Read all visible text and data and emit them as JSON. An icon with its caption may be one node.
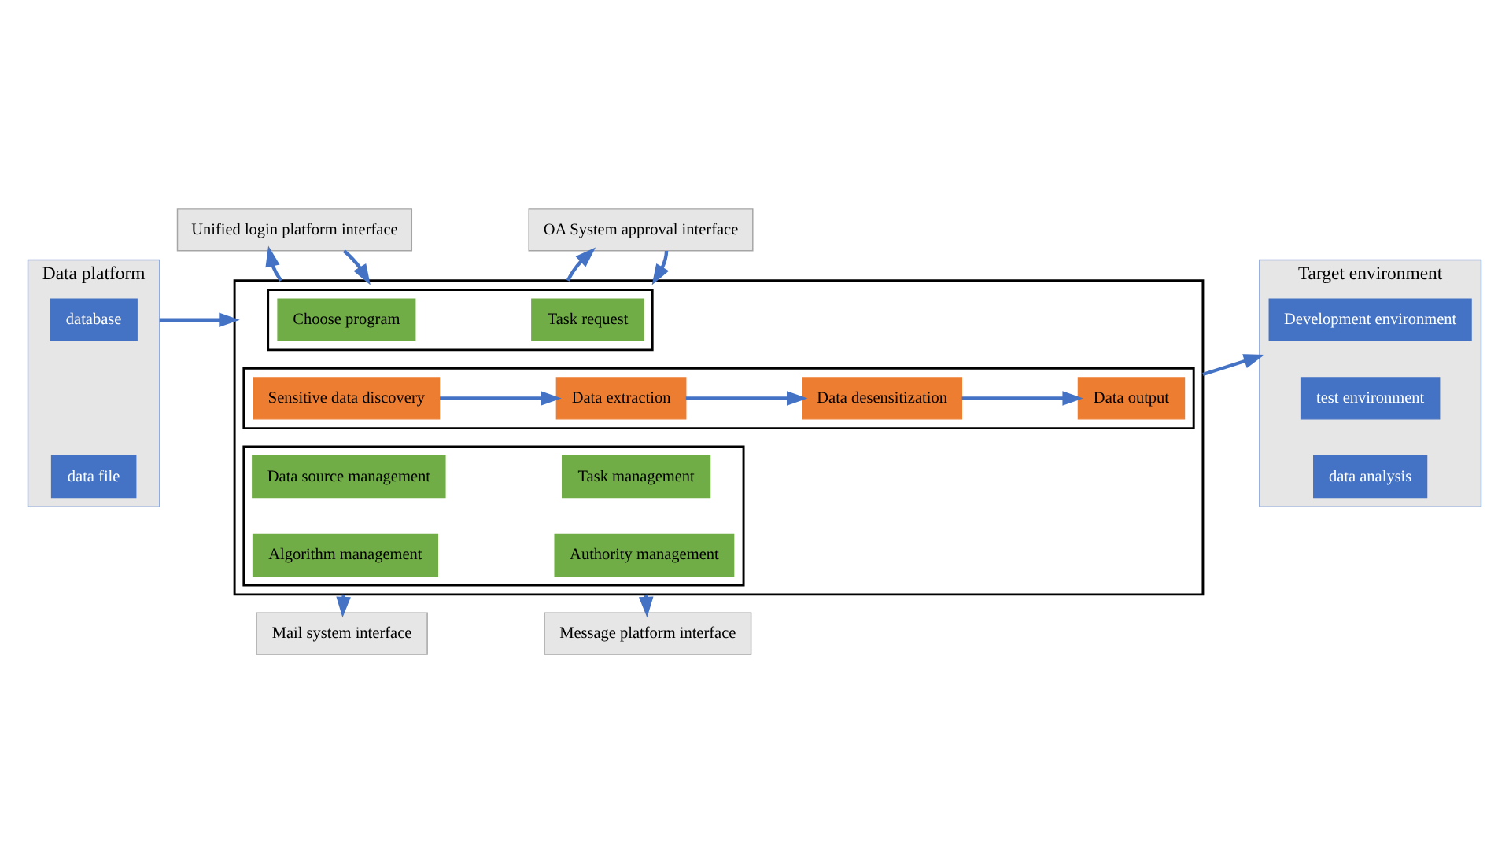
{
  "diagram": {
    "nodes": [
      {
        "text": [
          "Data platform"
        ]
      },
      {
        "text": [
          "database"
        ],
        "in": 0
      },
      {
        "text": [
          "data file"
        ],
        "in": 0
      },
      {
        "text": [
          "Unified login platform interface"
        ]
      },
      {
        "text": [
          "OA System approval interface"
        ]
      },
      {
        "text": [],
        "shape": "box"
      },
      {
        "text": [],
        "shape": "box",
        "in": 5
      },
      {
        "text": [
          "Choose program"
        ],
        "in": 6
      },
      {
        "text": [
          "Task request"
        ],
        "in": 6
      },
      {
        "text": [],
        "shape": "box",
        "in": 5
      },
      {
        "text": [
          "Sensitive data discovery"
        ],
        "in": 9
      },
      {
        "text": [
          "Data extraction"
        ],
        "in": 9
      },
      {
        "text": [
          "Data desensitization"
        ],
        "in": 9
      },
      {
        "text": [
          "Data output"
        ],
        "in": 9
      },
      {
        "text": [],
        "shape": "box",
        "in": 5
      },
      {
        "text": [
          "Data source management"
        ],
        "in": 14
      },
      {
        "text": [
          "Algorithm management"
        ],
        "in": 14
      },
      {
        "text": [
          "Task management"
        ],
        "in": 14
      },
      {
        "text": [
          "Authority management"
        ],
        "in": 14
      },
      {
        "text": [
          "Target environment"
        ]
      },
      {
        "text": [
          "Development environment"
        ],
        "in": 19
      },
      {
        "text": [
          "test environment"
        ],
        "in": 19
      },
      {
        "text": [
          "data analysis"
        ],
        "in": 19
      },
      {
        "text": [
          "Mail system interface"
        ]
      },
      {
        "text": [
          "Message platform interface"
        ]
      }
    ],
    "edges": [
      {
        "from": 3,
        "to": 5,
        "arrow": "to"
      },
      {
        "from": 5,
        "to": 3,
        "arrow": "to"
      },
      {
        "from": 4,
        "to": 5,
        "arrow": "to"
      },
      {
        "from": 5,
        "to": 4,
        "arrow": "to"
      },
      {
        "from": 0,
        "to": 5,
        "arrow": "to"
      },
      {
        "from": 10,
        "to": 11,
        "arrow": "to"
      },
      {
        "from": 11,
        "to": 12,
        "arrow": "to"
      },
      {
        "from": 12,
        "to": 13,
        "arrow": "to"
      },
      {
        "from": 5,
        "to": 19,
        "arrow": "to"
      },
      {
        "from": 5,
        "to": 23,
        "arrow": "to"
      },
      {
        "from": 5,
        "to": 24,
        "arrow": "to"
      }
    ]
  }
}
